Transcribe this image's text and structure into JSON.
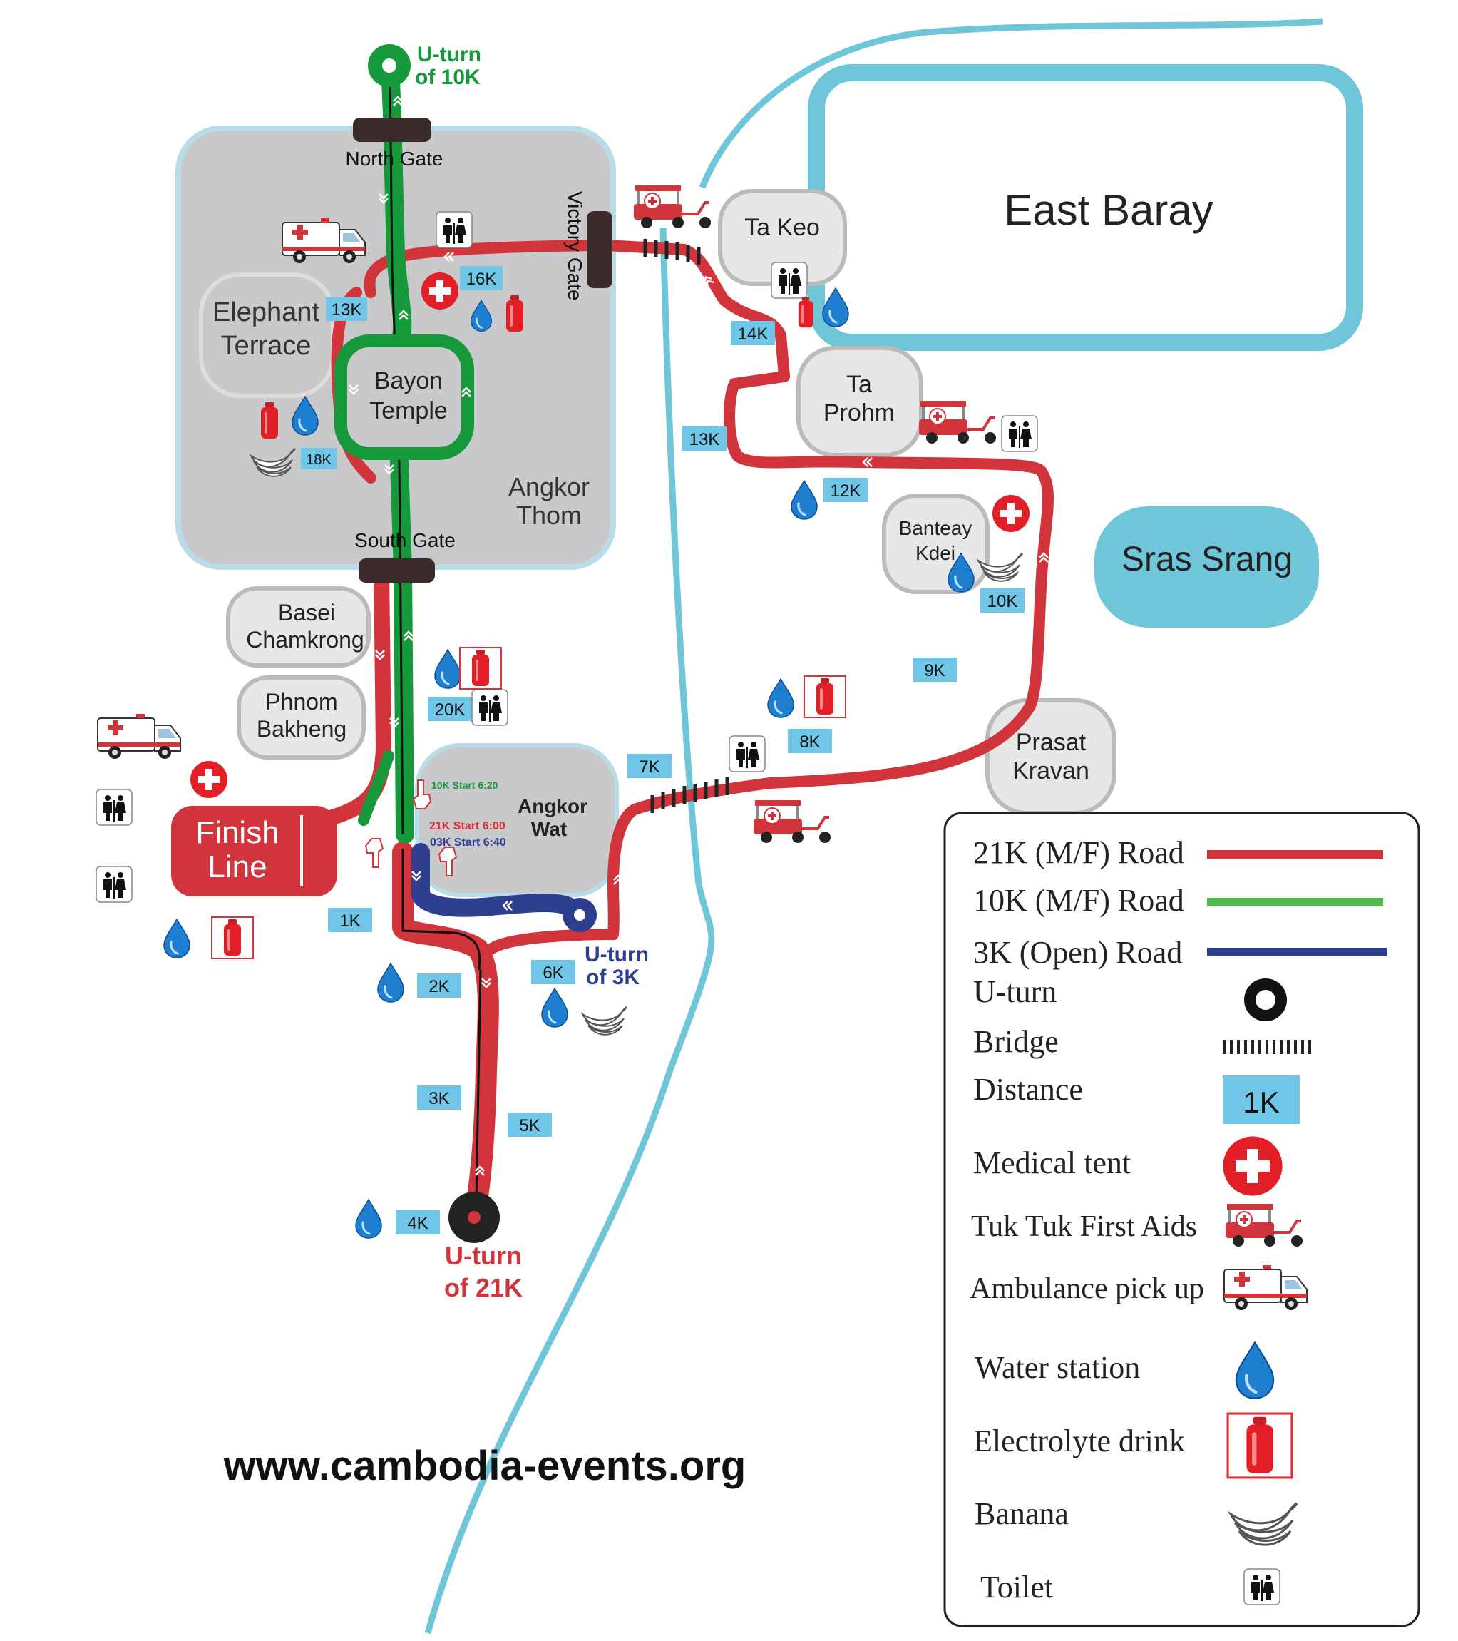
{
  "colors": {
    "road_21k": "#d2343b",
    "road_10k": "#15993a",
    "road_3k": "#2e3f8f",
    "water": "#6fc6d8",
    "zone": "#c9c9cb",
    "zone_border": "#b8dde6",
    "distance_box": "#6fc6e6",
    "legend_border": "#222222"
  },
  "places": {
    "east_baray": "East Baray",
    "sras_srang": "Sras Srang",
    "ta_keo": "Ta Keo",
    "ta_prohm_1": "Ta",
    "ta_prohm_2": "Prohm",
    "banteay_kdei_1": "Banteay",
    "banteay_kdei_2": "Kdei",
    "prasat_kravan_1": "Prasat",
    "prasat_kravan_2": "Kravan",
    "elephant_terrace_1": "Elephant",
    "elephant_terrace_2": "Terrace",
    "bayon_1": "Bayon",
    "bayon_2": "Temple",
    "angkor_thom_1": "Angkor",
    "angkor_thom_2": "Thom",
    "basei_1": "Basei",
    "basei_2": "Chamkrong",
    "phnom_1": "Phnom",
    "phnom_2": "Bakheng",
    "angkor_wat_1": "Angkor",
    "angkor_wat_2": "Wat",
    "north_gate": "North Gate",
    "south_gate": "South Gate",
    "victory_gate": "Victory Gate"
  },
  "labels": {
    "uturn_10k_1": "U-turn",
    "uturn_10k_2": "of 10K",
    "uturn_3k_1": "U-turn",
    "uturn_3k_2": "of 3K",
    "uturn_21k_1": "U-turn",
    "uturn_21k_2": "of 21K",
    "finish_1": "Finish",
    "finish_2": "Line",
    "start_10k": "10K Start 6:20",
    "start_21k": "21K Start 6:00",
    "start_03k": "03K Start 6:40",
    "website": "www.cambodia-events.org"
  },
  "distances": {
    "k1": "1K",
    "k2": "2K",
    "k3": "3K",
    "k4": "4K",
    "k5": "5K",
    "k6": "6K",
    "k7": "7K",
    "k8": "8K",
    "k9": "9K",
    "k10": "10K",
    "k12": "12K",
    "k13a": "13K",
    "k13b": "13K",
    "k14": "14K",
    "k16": "16K",
    "k18": "18K",
    "k20": "20K"
  },
  "legend": {
    "road_21k": "21K (M/F) Road",
    "road_10k": "10K (M/F) Road",
    "road_3k": "3K (Open) Road",
    "uturn": "U-turn",
    "bridge": "Bridge",
    "distance": "Distance",
    "distance_sample": "1K",
    "medical": "Medical tent",
    "tuktuk": "Tuk Tuk First Aids",
    "ambulance": "Ambulance pick up",
    "water": "Water station",
    "electrolyte": "Electrolyte drink",
    "banana": "Banana",
    "toilet": "Toilet"
  },
  "icons": [
    "medical-cross-icon",
    "water-drop-icon",
    "electrolyte-bottle-icon",
    "banana-icon",
    "toilet-icon",
    "ambulance-icon",
    "tuktuk-icon",
    "pointing-hand-icon"
  ]
}
